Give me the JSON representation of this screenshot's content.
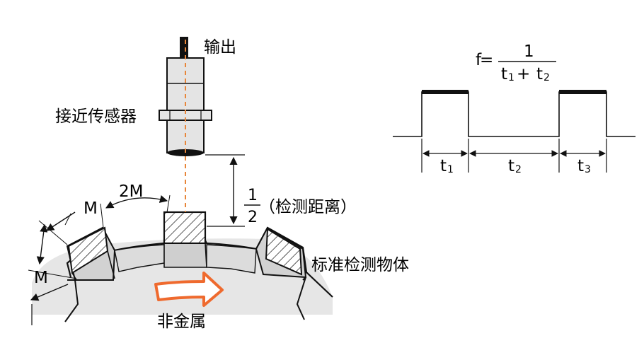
{
  "labels": {
    "output": "输出",
    "sensor": "接近传感器",
    "two_m": "2M",
    "m_top": "M",
    "m_left": "M",
    "half_num": "1",
    "half_den": "2",
    "detect_distance": "（检测距离）",
    "target": "标准检测物体",
    "nonmetal": "非金属"
  },
  "formula": {
    "f": "f",
    "eq": "=",
    "num": "1",
    "t1": "t",
    "t1_sub": "1",
    "plus": "+",
    "t2": "t",
    "t2_sub": "2"
  },
  "timing": {
    "t1": "t",
    "t1_sub": "1",
    "t2": "t",
    "t2_sub": "2",
    "t3": "t",
    "t3_sub": "3"
  },
  "colors": {
    "axis_dash": "#e8863a",
    "arrow_fill": "#ef6a2e",
    "gear_fill": "#e6e6e6",
    "tooth_fill": "#d2d2d2",
    "stroke": "#111111"
  }
}
